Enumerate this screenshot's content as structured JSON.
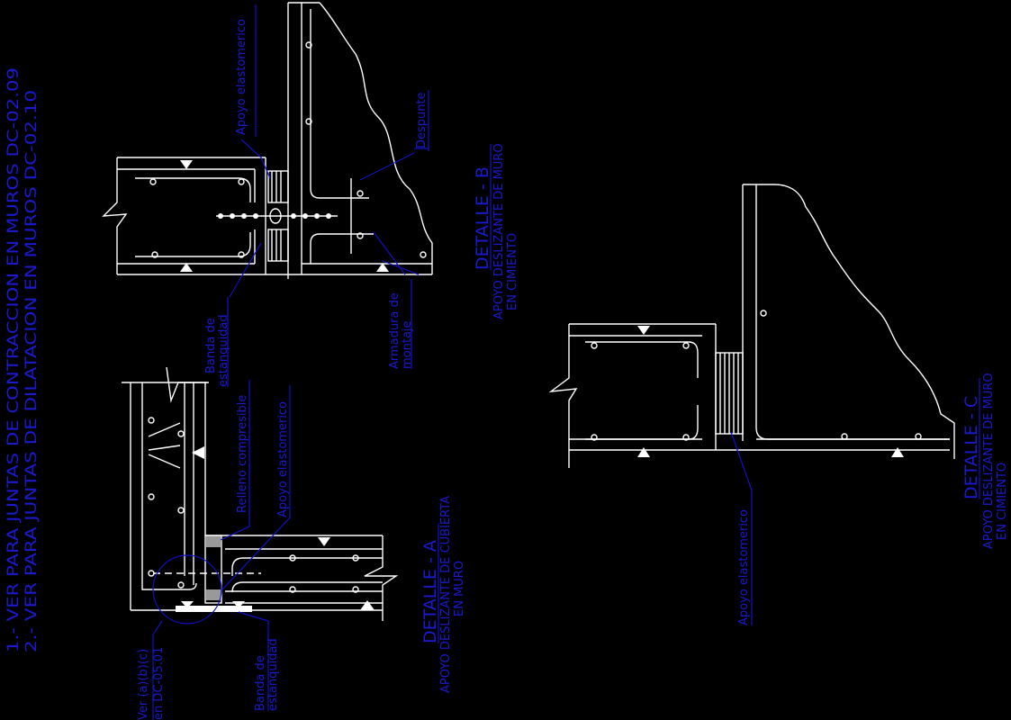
{
  "background_color": "#000000",
  "line_color": "#ffffff",
  "annotation_color": "#1a1ad0",
  "notes": [
    "1.- VER PARA JUNTAS DE CONTRACCION EN MUROS DC-02.09",
    "2.- VER PARA JUNTAS DE DILATACION EN MUROS DC-02.10"
  ],
  "detail_b": {
    "title": "DETALLE - B",
    "subtitle_1": "APOYO DESLIZANTE DE MURO",
    "subtitle_2": "EN CIMIENTO",
    "labels": {
      "apoyo": "Apoyo elastomerico",
      "despunte": "Despunte",
      "banda_1": "Banda de",
      "banda_2": "estanquidad",
      "armadura_1": "Armadura de",
      "armadura_2": "montaje"
    }
  },
  "detail_a": {
    "title": "DETALLE - A",
    "subtitle_1": "APOYO DESLIZANTE DE CUBIERTA",
    "subtitle_2": "EN MURO",
    "labels": {
      "relleno": "Relleno compresible",
      "apoyo": "Apoyo elastomerico",
      "ver_1": "Ver (a)(b)(c)",
      "ver_2": "en DC-05.01",
      "banda_1": "Banda de",
      "banda_2": "estanquidad"
    }
  },
  "detail_c": {
    "title": "DETALLE - C",
    "subtitle_1": "APOYO DESLIZANTE DE MURO",
    "subtitle_2": "EN CIMIENTO",
    "labels": {
      "apoyo": "Apoyo elastomerico"
    }
  }
}
